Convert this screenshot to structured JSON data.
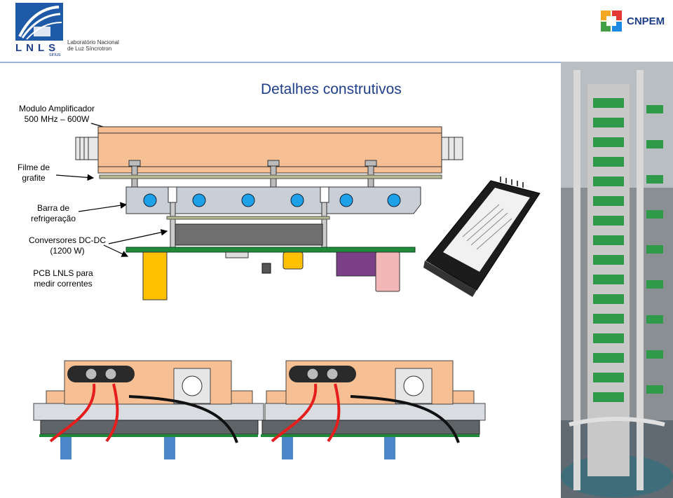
{
  "header": {
    "lnls_logo": {
      "letters": "LNLS",
      "name_line1": "Laboratório Nacional",
      "name_line2": "de Luz Síncrotron",
      "tag": "sirius"
    },
    "cnpem_logo": {
      "text": "CNPEM"
    },
    "divider_color": "#9ab4d8"
  },
  "title": "Detalhes construtivos",
  "labels": {
    "amplifier_line1": "Modulo Amplificador",
    "amplifier_line2": "500 MHz – 600W",
    "graphite_line1": "Filme de",
    "graphite_line2": "grafite",
    "cooling_line1": "Barra de",
    "cooling_line2": "refrigeração",
    "converters_line1": "Conversores DC-DC",
    "converters_line2": "(1200 W)",
    "pcb_line1": "PCB LNLS para",
    "pcb_line2": "medir correntes"
  },
  "colors": {
    "amplifier": "#f7bf94",
    "cooling_bar": "#c9cfd7",
    "coolant_hole": "#1ea0e8",
    "pcb": "#1f8a3a",
    "yellow_part": "#ffc000",
    "purple_part": "#7a3f86",
    "pink_part": "#f2b6b6",
    "title": "#1f3f8a"
  }
}
